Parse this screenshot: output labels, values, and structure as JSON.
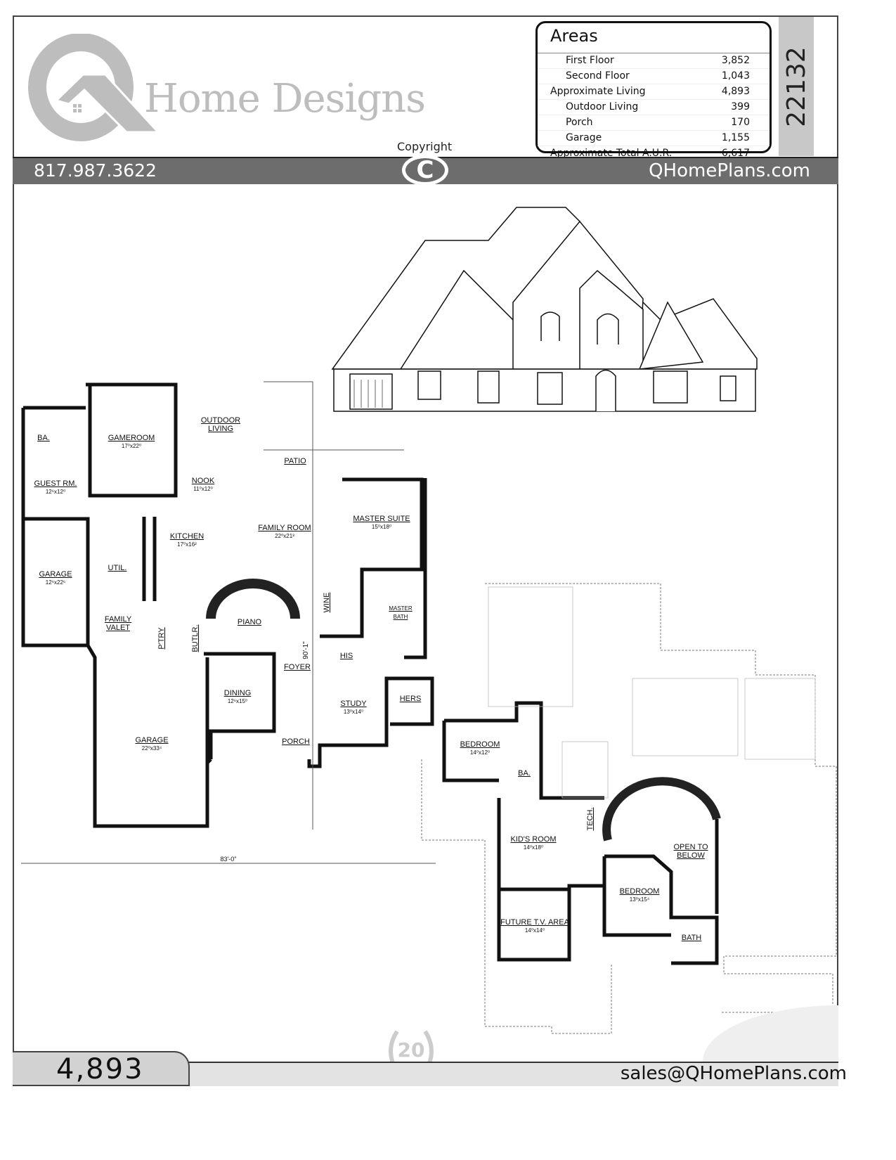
{
  "brand": {
    "name": "Home Designs",
    "logo_letter": "Q",
    "copyright_label": "Copyright",
    "copyright_symbol": "C"
  },
  "contact": {
    "phone": "817.987.3622",
    "website": "QHomePlans.com",
    "email": "sales@QHomePlans.com"
  },
  "plan_number": "22132",
  "total_living": "4,893",
  "areas": {
    "title": "Areas",
    "rows": [
      {
        "label": "First Floor",
        "value": "3,852"
      },
      {
        "label": "Second Floor",
        "value": "1,043"
      },
      {
        "label": "Approximate Living",
        "value": "4,893"
      },
      {
        "label": "Outdoor Living",
        "value": "399"
      },
      {
        "label": "Porch",
        "value": "170"
      },
      {
        "label": "Garage",
        "value": "1,155"
      },
      {
        "label": "Approximate Total A.U.R.",
        "value": "6,617"
      }
    ]
  },
  "first_floor": {
    "rooms": [
      {
        "name": "OUTDOOR LIVING",
        "dim": ""
      },
      {
        "name": "GAMEROOM",
        "dim": "17⁰x22⁰"
      },
      {
        "name": "BA.",
        "dim": ""
      },
      {
        "name": "GUEST RM.",
        "dim": "12⁶x12⁰"
      },
      {
        "name": "NOOK",
        "dim": "11⁰x12⁰"
      },
      {
        "name": "PATIO",
        "dim": ""
      },
      {
        "name": "FAMILY ROOM",
        "dim": "22⁰x21³"
      },
      {
        "name": "MASTER SUITE",
        "dim": "15⁰x18⁰"
      },
      {
        "name": "KITCHEN",
        "dim": "17⁰x16²"
      },
      {
        "name": "UTIL.",
        "dim": ""
      },
      {
        "name": "GARAGE",
        "dim": "12⁶x22⁶"
      },
      {
        "name": "WINE",
        "dim": ""
      },
      {
        "name": "MASTER BATH",
        "dim": ""
      },
      {
        "name": "FAMILY VALET",
        "dim": ""
      },
      {
        "name": "PIANO",
        "dim": ""
      },
      {
        "name": "P'TRY",
        "dim": ""
      },
      {
        "name": "BUTLR.",
        "dim": ""
      },
      {
        "name": "FOYER",
        "dim": ""
      },
      {
        "name": "HIS",
        "dim": ""
      },
      {
        "name": "DINING",
        "dim": "12⁶x15⁰"
      },
      {
        "name": "STUDY",
        "dim": "13⁰x14⁰"
      },
      {
        "name": "HERS",
        "dim": ""
      },
      {
        "name": "PORCH",
        "dim": ""
      },
      {
        "name": "GARAGE",
        "dim": "22⁰x33⁴"
      }
    ],
    "width_dim": "83'-0\"",
    "depth_dim": "90'-1\""
  },
  "second_floor": {
    "rooms": [
      {
        "name": "BEDROOM",
        "dim": "14⁰x12⁰"
      },
      {
        "name": "BA.",
        "dim": ""
      },
      {
        "name": "TECH.",
        "dim": ""
      },
      {
        "name": "KID'S ROOM",
        "dim": "14⁰x18⁰"
      },
      {
        "name": "OPEN TO BELOW",
        "dim": ""
      },
      {
        "name": "BEDROOM",
        "dim": "13⁰x15⁴"
      },
      {
        "name": "FUTURE T.V. AREA",
        "dim": "14⁰x14⁰"
      },
      {
        "name": "BATH",
        "dim": ""
      }
    ]
  },
  "colors": {
    "band": "#6d6d6d",
    "logo": "#bdbdbd",
    "tab": "#c8c8c8"
  }
}
